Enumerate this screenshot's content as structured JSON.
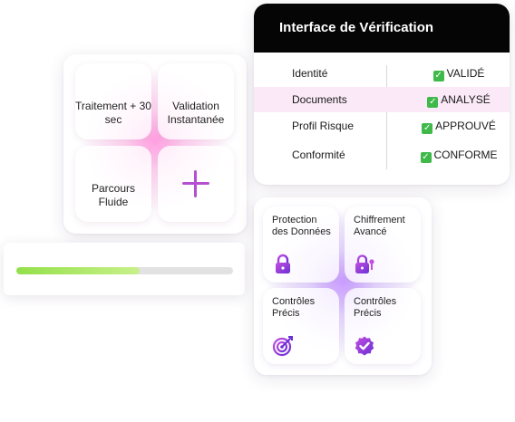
{
  "features": {
    "tiles": [
      {
        "label": "Traitement + 30 sec"
      },
      {
        "label": "Validation Instantanée"
      },
      {
        "label": "Parcours Fluide"
      }
    ],
    "add_icon": "plus-icon"
  },
  "progress": {
    "fraction": 0.57
  },
  "verification": {
    "title": "Interface de Vérification",
    "rows": [
      {
        "label": "Identité",
        "status": "VALIDÉ"
      },
      {
        "label": "Documents",
        "status": "ANALYSÉ"
      },
      {
        "label": "Profil Risque",
        "status": "APPROUVÉ"
      },
      {
        "label": "Conformité",
        "status": "CONFORME"
      }
    ],
    "status_color": "#3fb94a"
  },
  "security": {
    "tiles": [
      {
        "label": "Protection des Données",
        "icon": "lock-icon"
      },
      {
        "label": "Chiffrement Avancé",
        "icon": "key-lock-icon"
      },
      {
        "label": "Contrôles Précis",
        "icon": "target-icon"
      },
      {
        "label": "Contrôles Précis",
        "icon": "check-badge-icon"
      }
    ],
    "accent": "#8b3fe0"
  }
}
